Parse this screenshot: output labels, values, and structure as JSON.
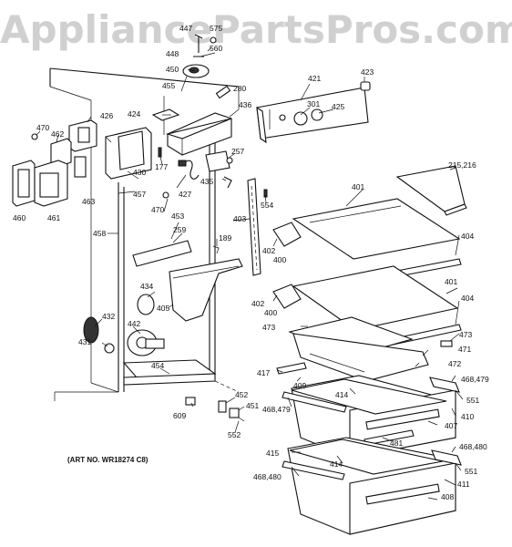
{
  "watermark": "AppliancePartsPros.com",
  "art_number": "(ART NO. WR18274 C8)",
  "callouts": {
    "c447": "447",
    "c575": "575",
    "c560": "560",
    "c448": "448",
    "c450": "450",
    "c455": "455",
    "c280": "280",
    "c421": "421",
    "c423": "423",
    "c470a": "470",
    "c426": "426",
    "c424": "424",
    "c436": "436",
    "c301": "301",
    "c425": "425",
    "c462": "462",
    "c257": "257",
    "c177": "177",
    "c430": "430",
    "c463": "463",
    "c457": "457",
    "c427": "427",
    "c435": "435",
    "c460": "460",
    "c461": "461",
    "c470b": "470",
    "c458": "458",
    "c453": "453",
    "c554": "554",
    "c403": "403",
    "c259": "259",
    "c189": "189",
    "c215": "215,216",
    "c401a": "401",
    "c402a": "402",
    "c400a": "400",
    "c404a": "404",
    "c434": "434",
    "c401b": "401",
    "c402b": "402",
    "c400b": "400",
    "c404b": "404",
    "c405": "405",
    "c432": "432",
    "c442": "442",
    "c473a": "473",
    "c473b": "473",
    "c431": "431",
    "c471": "471",
    "c472": "472",
    "c454": "454",
    "c417": "417",
    "c409": "409",
    "c468a": "468,479",
    "c414a": "414",
    "c551a": "551",
    "c452": "452",
    "c451": "451",
    "c468b": "468,479",
    "c410": "410",
    "c609": "609",
    "c407": "407",
    "c552": "552",
    "c481": "481",
    "c468c": "468,480",
    "c415": "415",
    "c414b": "414",
    "c551b": "551",
    "c468d": "468,480",
    "c411": "411",
    "c408": "408"
  }
}
